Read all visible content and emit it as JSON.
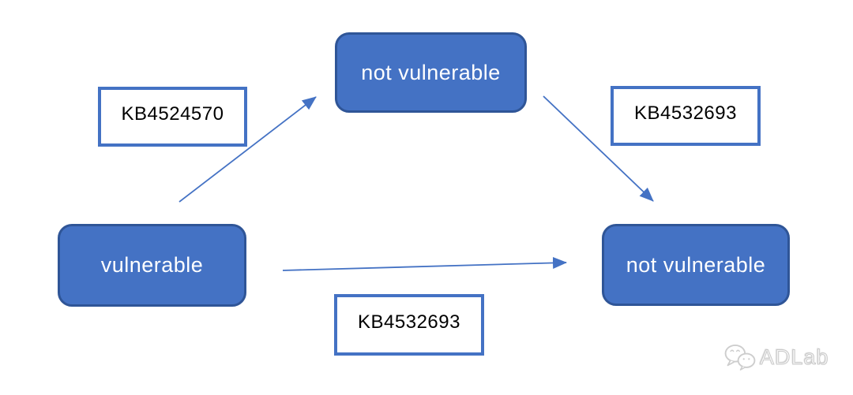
{
  "diagram": {
    "nodes": [
      {
        "id": "vulnerable",
        "label": "vulnerable"
      },
      {
        "id": "not-vulnerable-top",
        "label": "not vulnerable"
      },
      {
        "id": "not-vulnerable-right",
        "label": "not vulnerable"
      }
    ],
    "edge_labels": [
      {
        "id": "kb-top-left",
        "text": "KB4524570"
      },
      {
        "id": "kb-right",
        "text": "KB4532693"
      },
      {
        "id": "kb-bottom",
        "text": "KB4532693"
      }
    ],
    "edges": [
      {
        "from": "vulnerable",
        "to": "not-vulnerable-top",
        "label": "KB4524570"
      },
      {
        "from": "not-vulnerable-top",
        "to": "not-vulnerable-right",
        "label": "KB4532693"
      },
      {
        "from": "vulnerable",
        "to": "not-vulnerable-right",
        "label": "KB4532693"
      }
    ],
    "colors": {
      "node_fill": "#4472C4",
      "node_border": "#2F5597",
      "node_text": "#FFFFFF",
      "arrow": "#4472C4",
      "label_border": "#4472C4",
      "label_text": "#000000",
      "watermark_gray": "#C9C9C9"
    },
    "watermark": {
      "icon": "wechat-icon",
      "text": "ADLab"
    }
  }
}
